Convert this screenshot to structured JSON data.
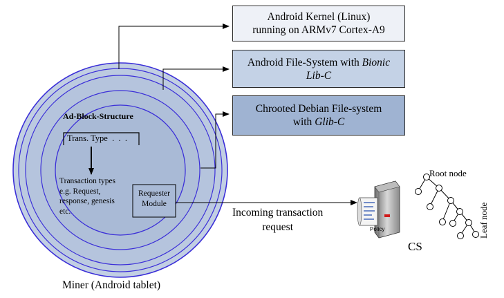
{
  "boxes": {
    "kernel": {
      "line1": "Android Kernel (Linux)",
      "line2": "running on ARMv7 Cortex-A9"
    },
    "filesystem": {
      "line1_plain": "Android File-System with ",
      "line1_italic": "Bionic",
      "line2_italic": "Lib-C"
    },
    "debian": {
      "line1": "Chrooted Debian File-system",
      "line2_plain": "with ",
      "line2_italic": "Glib-C"
    }
  },
  "miner": {
    "ad_block_title": "Ad-Block-Structure",
    "trans_type": "Trans. Type  .  .  .",
    "transaction_types": [
      "Transaction types",
      "e.g. Request,",
      "response, genesis",
      "etc."
    ],
    "requester": [
      "Requester",
      "Module"
    ],
    "caption": "Miner (Android tablet)"
  },
  "link": {
    "line1": "Incoming transaction",
    "line2": "request"
  },
  "cs": {
    "policy_label": "Policy",
    "label": "CS",
    "root_node": "Root node",
    "leaf_node": "Leaf node"
  },
  "colors": {
    "outer_ring": "#3b2fd8",
    "disk_fill": "#b8c6de",
    "inner_fill": "#aabad6",
    "box_light": "#eef1f7",
    "box_mid": "#c4d2e6",
    "box_dark": "#9fb3d2"
  }
}
